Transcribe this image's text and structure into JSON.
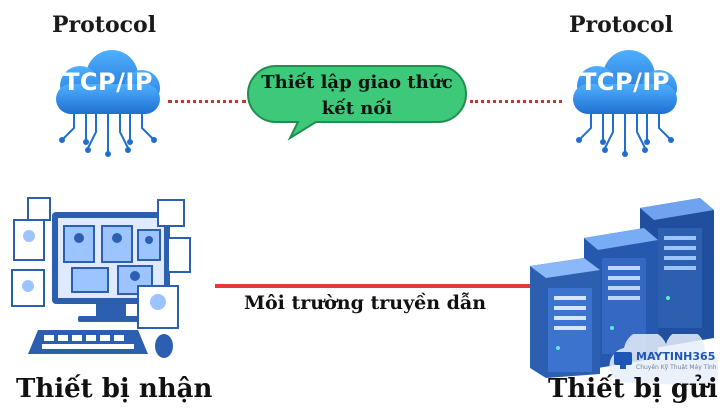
{
  "left_node": {
    "protocol_label": "Protocol",
    "cloud_label": "TCP/IP"
  },
  "right_node": {
    "protocol_label": "Protocol",
    "cloud_label": "TCP/IP"
  },
  "bubble": {
    "line1": "Thiết lập giao thức",
    "line2": "kết nối"
  },
  "medium": {
    "label": "Môi trường truyền dẫn"
  },
  "devices": {
    "receiver_label": "Thiết bị nhận",
    "sender_label": "Thiết bị gửi"
  },
  "watermark": {
    "name": "MAYTINH365",
    "tagline": "Chuyên Kỹ Thuật Máy Tính"
  },
  "colors": {
    "cloud": "#2e8ee8",
    "bubble": "#3ec97a",
    "link_dotted": "#c0392b",
    "medium_line": "#e53935",
    "server": "#2c5fb0"
  },
  "icons": [
    "cloud-tcpip-icon",
    "speech-bubble-icon",
    "computer-monitor-icon",
    "server-rack-icon"
  ]
}
